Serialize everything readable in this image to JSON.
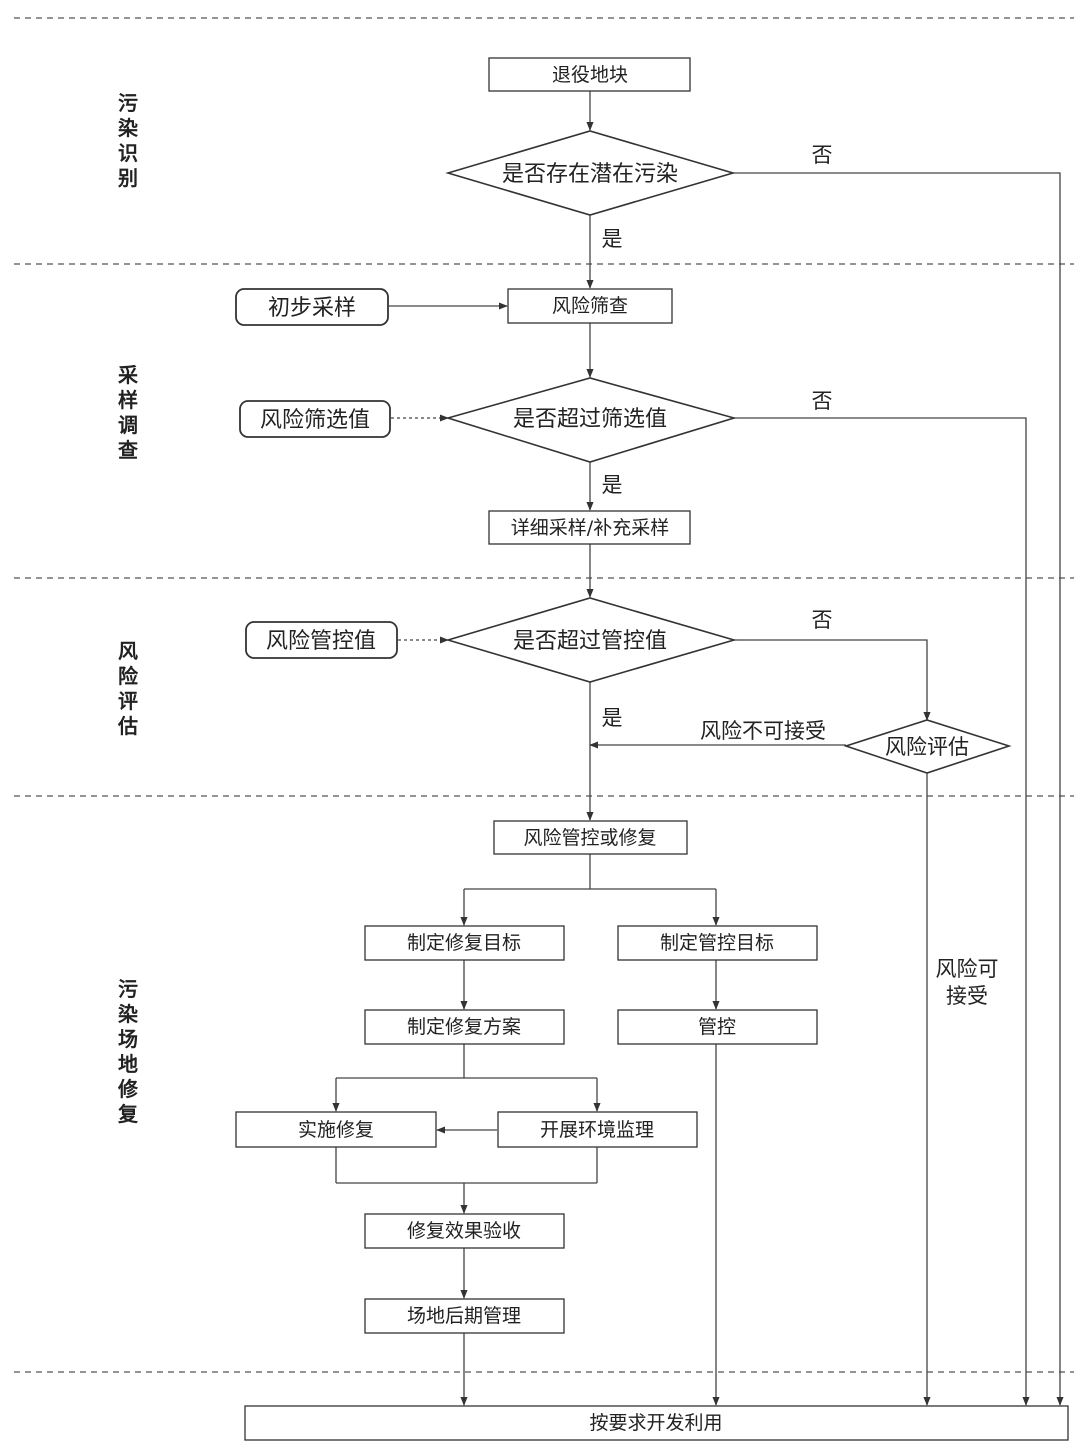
{
  "phases": {
    "identification": [
      "污",
      "染",
      "识",
      "别"
    ],
    "sampling": [
      "采",
      "样",
      "调",
      "查"
    ],
    "assessment": [
      "风",
      "险",
      "评",
      "估"
    ],
    "remediation": [
      "污",
      "染",
      "场",
      "地",
      "修",
      "复"
    ]
  },
  "nodes": {
    "retired_plot": "退役地块",
    "potential_pollution": "是否存在潜在污染",
    "preliminary_sampling": "初步采样",
    "risk_screening": "风险筛查",
    "screening_value": "风险筛选值",
    "exceed_screening": "是否超过筛选值",
    "detailed_sampling": "详细采样/补充采样",
    "control_value": "风险管控值",
    "exceed_control": "是否超过管控值",
    "risk_assessment": "风险评估",
    "control_or_remediation": "风险管控或修复",
    "remediation_target": "制定修复目标",
    "control_target": "制定管控目标",
    "remediation_plan": "制定修复方案",
    "control": "管控",
    "implement_remediation": "实施修复",
    "environmental_monitoring": "开展环境监理",
    "effect_acceptance": "修复效果验收",
    "post_management": "场地后期管理",
    "develop_use": "按要求开发利用"
  },
  "labels": {
    "yes": "是",
    "no": "否",
    "risk_unacceptable": "风险不可接受",
    "risk_acceptable_line1": "风险可",
    "risk_acceptable_line2": "接受"
  }
}
